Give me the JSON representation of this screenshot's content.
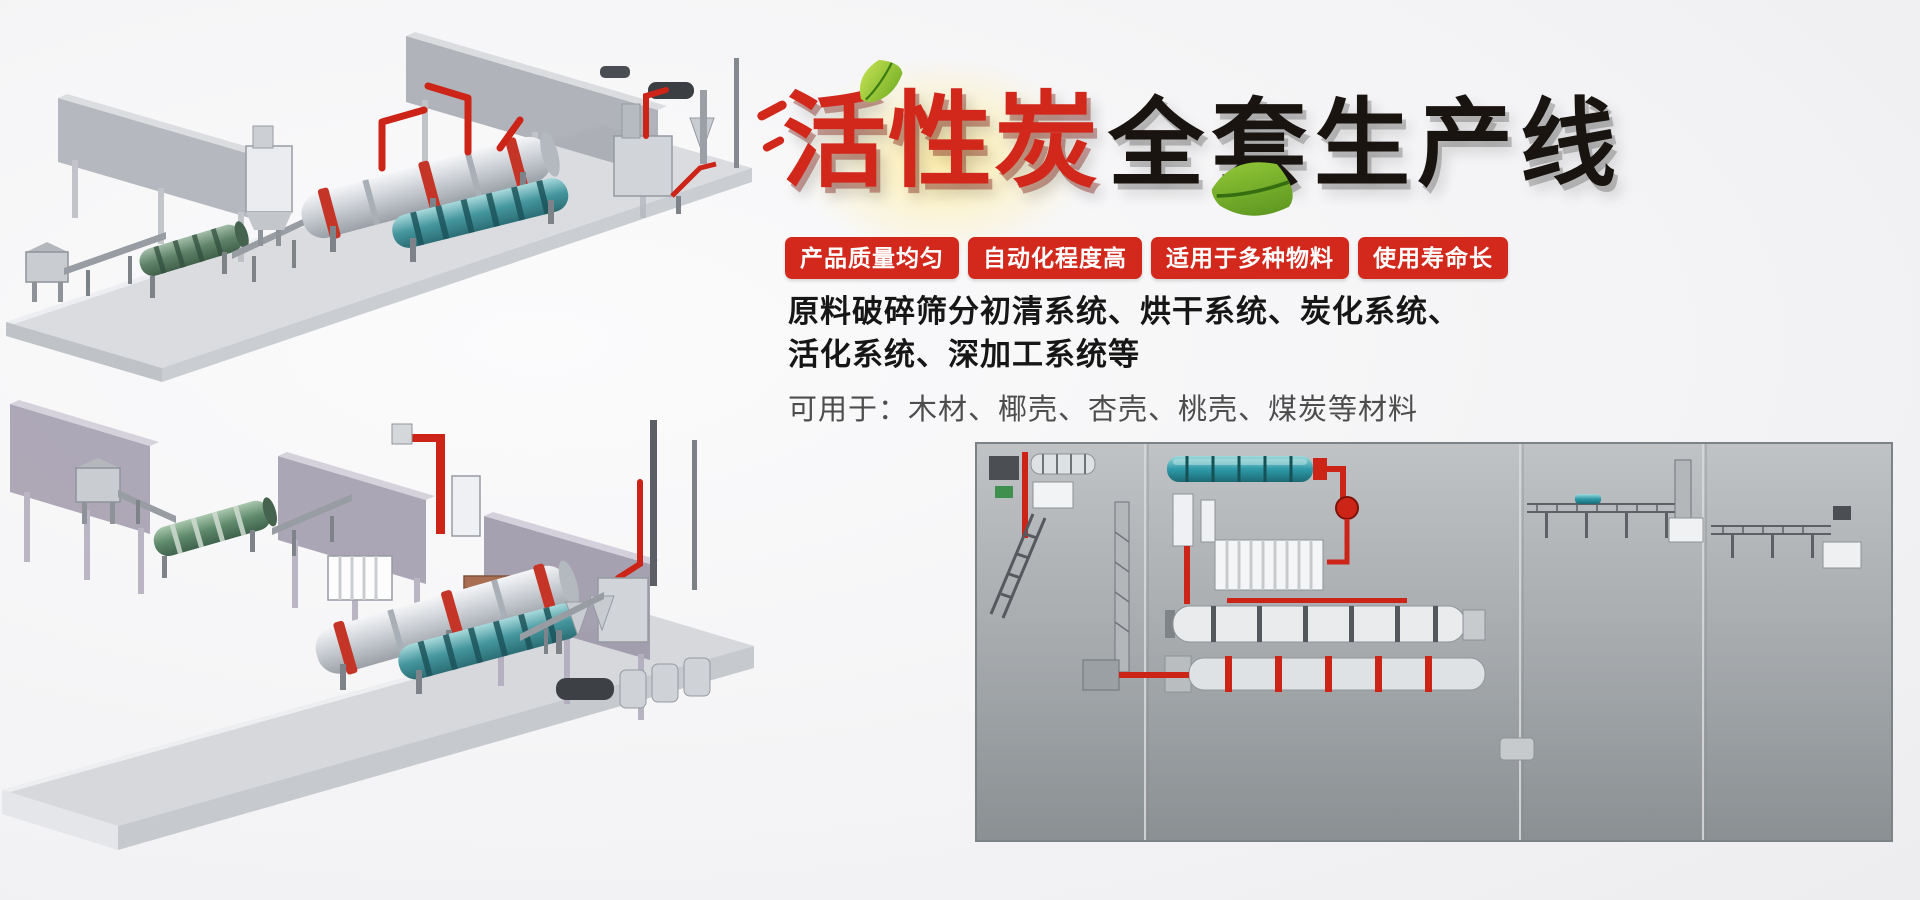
{
  "hero": {
    "title_red": "活性炭",
    "title_black": "全套生产线",
    "badges": [
      "产品质量均匀",
      "自动化程度高",
      "适用于多种物料",
      "使用寿命长"
    ]
  },
  "description": {
    "line1": "原料破碎筛分初清系统、烘干系统、炭化系统、",
    "line2": "活化系统、深加工系统等",
    "line3": "可用于：木材、椰壳、杏壳、桃壳、煤炭等材料"
  },
  "icons": {
    "leaf": "leaf-icon",
    "glow": "glow-burst",
    "brush_stroke": "brush-stroke-icon"
  },
  "colors": {
    "accent_red": "#d2271b",
    "badge_red": "#d3291d",
    "title_black": "#191410",
    "leaf_green": "#6fb32a",
    "panel_light": "#c0c3c5",
    "panel_dark": "#8b9093"
  }
}
